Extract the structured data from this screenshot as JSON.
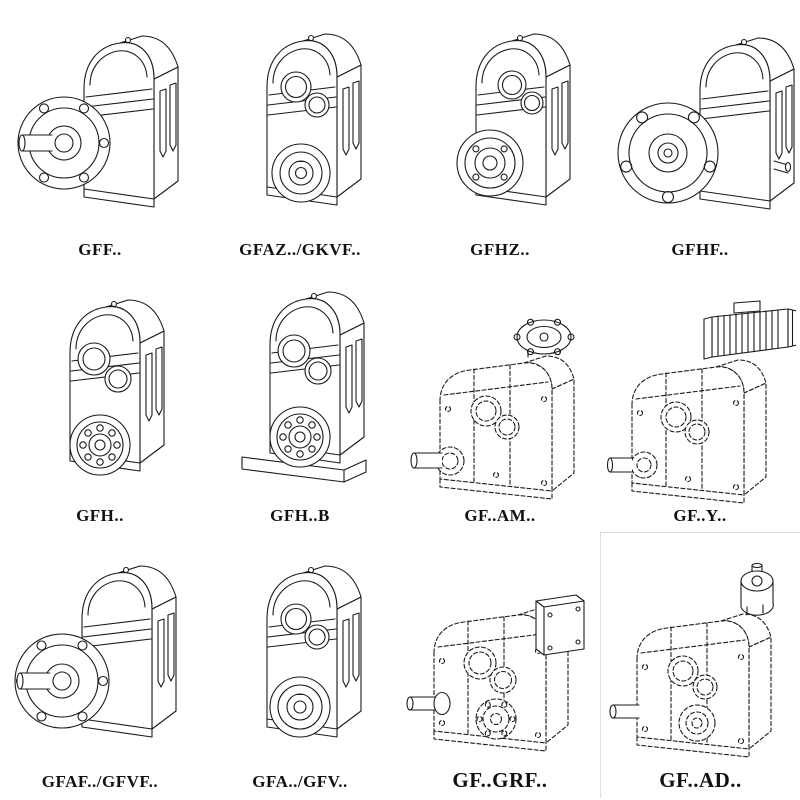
{
  "page": {
    "background": "#ffffff",
    "line_color": "#1b1b1b",
    "description": "Catalog sheet of parallel-shaft helical gearbox variants, isometric line drawings with model codes"
  },
  "grid": {
    "items": [
      {
        "label": "GFF..",
        "drawing": "gearbox-output-flange-icon",
        "line_style": "solid"
      },
      {
        "label": "GFAZ../GKVF..",
        "drawing": "gearbox-hollow-shaft-icon",
        "line_style": "solid"
      },
      {
        "label": "GFHZ..",
        "drawing": "gearbox-hollow-shaft-front-icon",
        "line_style": "solid"
      },
      {
        "label": "GFHF..",
        "drawing": "gearbox-front-flange-icon",
        "line_style": "solid"
      },
      {
        "label": "GFH..",
        "drawing": "gearbox-solid-shaft-icon",
        "line_style": "solid"
      },
      {
        "label": "GFH..B",
        "drawing": "gearbox-solid-shaft-base-icon",
        "line_style": "solid"
      },
      {
        "label": "GF..AM..",
        "drawing": "gearbox-motor-adapter-flange-icon",
        "line_style": "dashed"
      },
      {
        "label": "GF..Y..",
        "drawing": "gearbox-with-motor-icon",
        "line_style": "dashed"
      },
      {
        "label": "GFAF../GFVF..",
        "drawing": "gearbox-output-flange-icon",
        "line_style": "solid"
      },
      {
        "label": "GFA../GFV..",
        "drawing": "gearbox-hollow-shaft-icon",
        "line_style": "solid"
      },
      {
        "label": "GF..GRF..",
        "drawing": "gearbox-cover-box-icon",
        "line_style": "dashed"
      },
      {
        "label": "GF..AD..",
        "drawing": "gearbox-input-adapter-icon",
        "line_style": "dashed"
      }
    ]
  }
}
